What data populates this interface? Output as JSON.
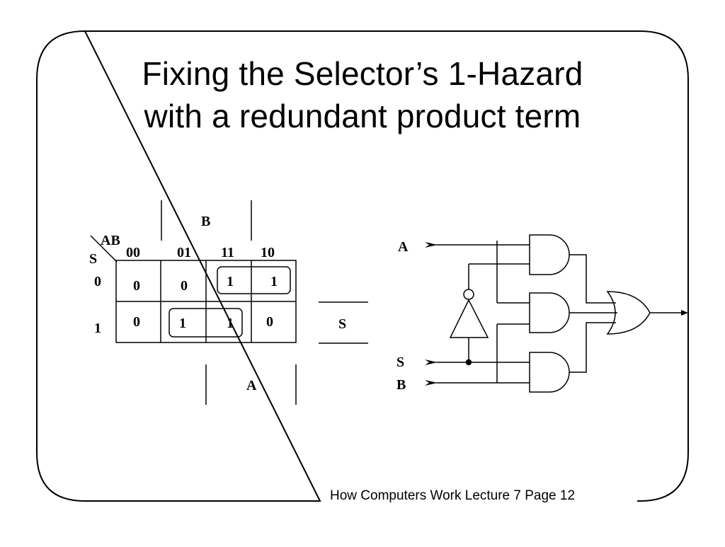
{
  "slide": {
    "title_line1": "Fixing the Selector’s 1-Hazard",
    "title_line2": "with a redundant product term",
    "footer": "How Computers Work Lecture 7 Page 12"
  },
  "kmap": {
    "corner_top": "AB",
    "corner_left": "S",
    "columns": [
      "00",
      "01",
      "11",
      "10"
    ],
    "rows": [
      "0",
      "1"
    ],
    "cells": [
      [
        "0",
        "0",
        "1",
        "1"
      ],
      [
        "0",
        "1",
        "1",
        "0"
      ]
    ],
    "bracket_b": "B",
    "bracket_s": "S",
    "bracket_a": "A"
  },
  "circuit": {
    "input_a": "A",
    "input_s": "S",
    "input_b": "B"
  }
}
